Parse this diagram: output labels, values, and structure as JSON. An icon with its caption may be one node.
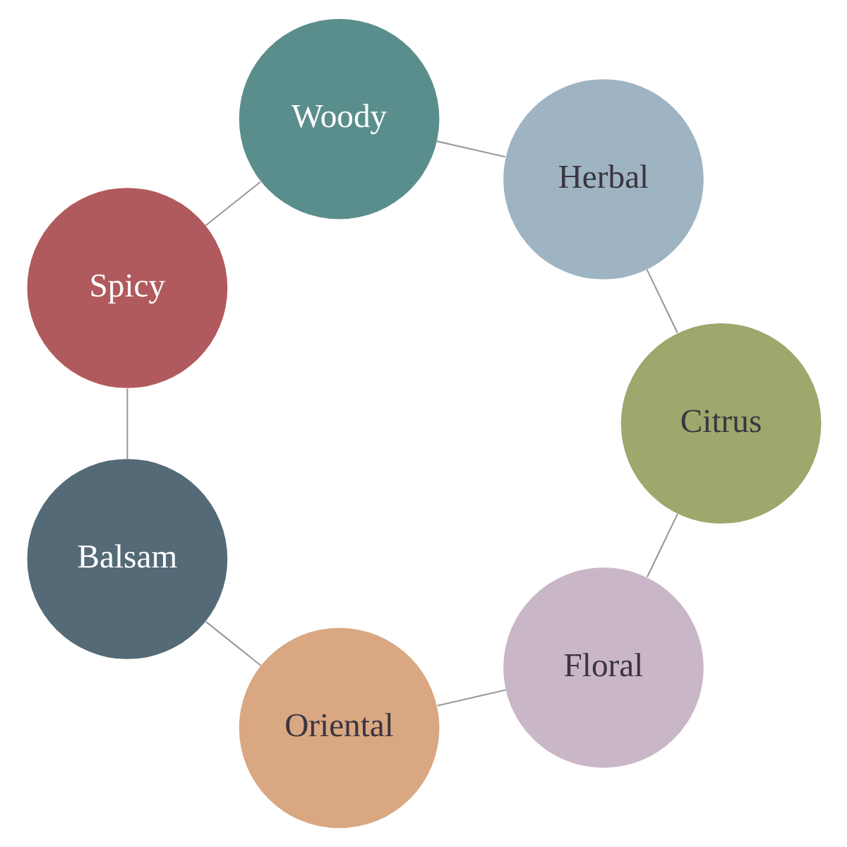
{
  "diagram": {
    "nodes": [
      {
        "text": [
          "Floral"
        ]
      },
      {
        "text": [
          "Oriental"
        ]
      },
      {
        "text": [
          "Balsam"
        ]
      },
      {
        "text": [
          "Spicy"
        ]
      },
      {
        "text": [
          "Woody"
        ]
      },
      {
        "text": [
          "Herbal"
        ]
      },
      {
        "text": [
          "Citrus"
        ]
      }
    ],
    "edges": [
      {
        "from": 0,
        "to": 1,
        "arrow": "none"
      },
      {
        "from": 1,
        "to": 2,
        "arrow": "none"
      },
      {
        "from": 2,
        "to": 3,
        "arrow": "none"
      },
      {
        "from": 3,
        "to": 4,
        "arrow": "none"
      },
      {
        "from": 4,
        "to": 5,
        "arrow": "none"
      },
      {
        "from": 5,
        "to": 6,
        "arrow": "none"
      },
      {
        "from": 6,
        "to": 0,
        "arrow": "none"
      }
    ]
  }
}
